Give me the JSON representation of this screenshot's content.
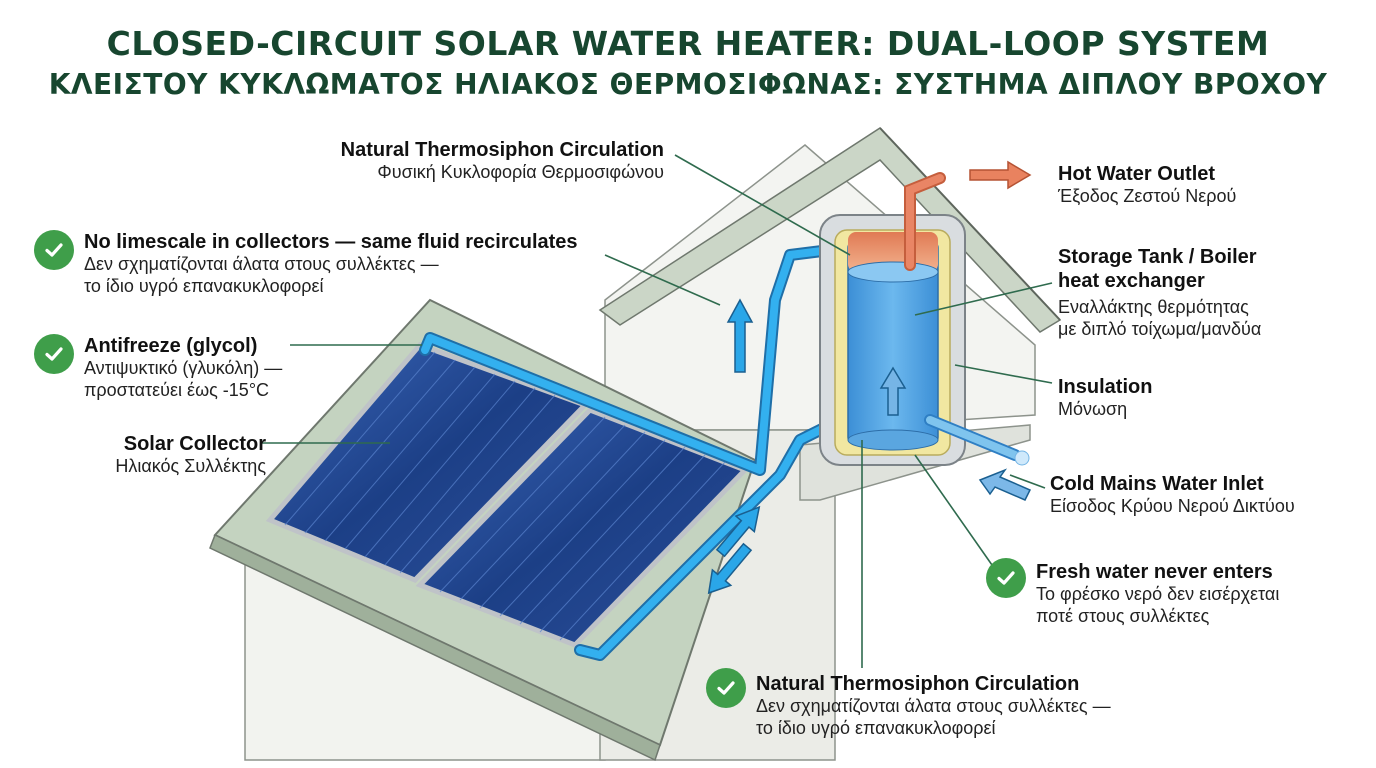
{
  "title": {
    "en": "CLOSED-CIRCUIT SOLAR WATER HEATER: DUAL-LOOP SYSTEM",
    "gr": "ΚΛΕΙΣΤΟΥ ΚΥΚΛΩΜΑΤΟΣ ΗΛΙΑΚΟΣ ΘΕΡΜΟΣΙΦΩΝΑΣ: ΣΥΣΤΗΜΑ ΔΙΠΛΟΥ ΒΡΟΧΟΥ"
  },
  "labels": {
    "thermosiphon_top": {
      "en": "Natural Thermosiphon Circulation",
      "gr": "Φυσική Κυκλοφορία Θερμοσιφώνου"
    },
    "solar_collector": {
      "en": "Solar Collector",
      "gr": "Ηλιακός Συλλέκτης"
    },
    "hot_outlet": {
      "en": "Hot Water Outlet",
      "gr": "Έξοδος Ζεστού Νερού"
    },
    "storage_tank": {
      "en1": "Storage Tank / Boiler",
      "en2": "heat exchanger",
      "gr1": "Εναλλάκτης θερμότητας",
      "gr2": "με διπλό τοίχωμα/μανδύα"
    },
    "insulation": {
      "en": "Insulation",
      "gr": "Μόνωση"
    },
    "cold_inlet": {
      "en": "Cold Mains Water Inlet",
      "gr": "Είσοδος Κρύου Νερού Δικτύου"
    }
  },
  "checks": {
    "limescale": {
      "en": "No limescale in collectors — same fluid recirculates",
      "gr1": "Δεν σχηματίζονται άλατα στους συλλέκτες —",
      "gr2": "το ίδιο υγρό επανακυκλοφορεί"
    },
    "antifreeze": {
      "en": "Antifreeze (glycol)",
      "gr1": "Αντιψυκτικό (γλυκόλη) —",
      "gr2": "προστατεύει έως -15°C"
    },
    "fresh_water": {
      "en": "Fresh water never enters",
      "gr1": "Το φρέσκο νερό δεν εισέρχεται",
      "gr2": "ποτέ στους συλλέκτες"
    },
    "thermosiphon_bottom": {
      "en": "Natural Thermosiphon Circulation",
      "gr1": "Δεν σχηματίζονται άλατα στους συλλέκτες —",
      "gr2": "το ίδιο υγρό επανακυκλοφορεί"
    }
  },
  "icons": {
    "check": "check-circle-icon",
    "flow_arrow": "flow-arrow-icon"
  },
  "colors": {
    "title": "#17462f",
    "check": "#3f9e4a",
    "pipe": "#2aa6e8",
    "hot_pipe": "#e2704f",
    "roof": "#c4d3c0",
    "panel": "#1d3f86",
    "insulation": "#f1e7a1"
  }
}
